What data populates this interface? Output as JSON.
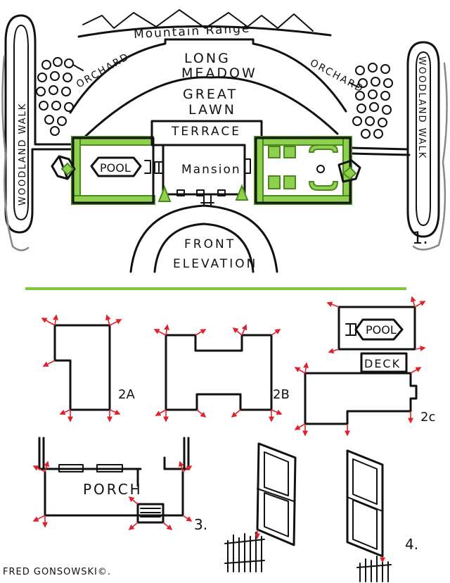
{
  "labels": {
    "mountain_range": "Mountain Range",
    "long_meadow_1": "LONG",
    "long_meadow_2": "MEADOW",
    "great_lawn_1": "GREAT",
    "great_lawn_2": "LAWN",
    "orchard_left": "ORCHARD",
    "orchard_right": "ORCHARD",
    "woodland_walk_left": "WOODLAND WALK",
    "woodland_walk_right": "WOODLAND WALK",
    "terrace": "TERRACE",
    "mansion": "Mansion",
    "pool_top": "POOL",
    "front_1": "FRONT",
    "front_2": "ELEVATION",
    "fig_1": "1.",
    "fig_2a": "2A",
    "fig_2b": "2B",
    "fig_2c": "2c",
    "pool_bottom": "POOL",
    "deck": "DECK",
    "porch": "PORCH",
    "fig_3": "3.",
    "fig_4": "4.",
    "signature": "FRED GONSOWSKI©."
  },
  "colors": {
    "ink": "#111111",
    "hedge": "#8fd14f",
    "divider": "#7ec63a",
    "arrows": "#e0202a"
  }
}
